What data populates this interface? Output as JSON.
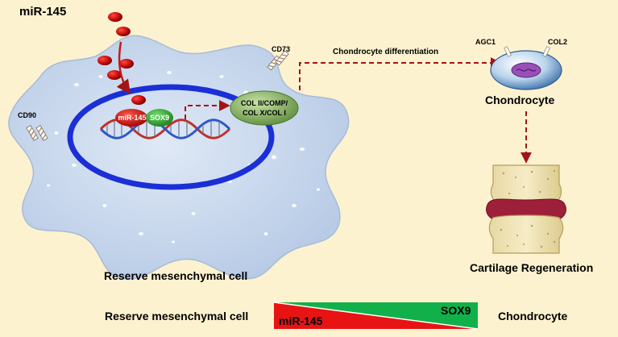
{
  "title": "miR-145",
  "markers": {
    "cd90": "CD90",
    "cd73": "CD73",
    "agc1": "AGC1",
    "col2": "COL2"
  },
  "nucleus": {
    "mir_label": "miR-145",
    "sox9_label": "SOX9"
  },
  "oval": {
    "line1": "COL II/COMP/",
    "line2": "COL X/COL I"
  },
  "arrow_label": "Chondrocyte differentiation",
  "chondrocyte_label": "Chondrocyte",
  "regeneration_label": "Cartilage Regeneration",
  "cell_label": "Reserve mesenchymal cell",
  "gradient_bar": {
    "left_text": "Reserve mesenchymal cell",
    "mir_text": "miR-145",
    "sox9_text": "SOX9",
    "right_text": "Chondrocyte"
  },
  "colors": {
    "background": "#fdf2cf",
    "cell": "#c9d9ee",
    "nucleus_ring": "#1b2fd6",
    "mirna_red": "#c00000",
    "sox9_green": "#2e9b2e",
    "arrow": "#a31515",
    "oval": "#7aa85a"
  }
}
